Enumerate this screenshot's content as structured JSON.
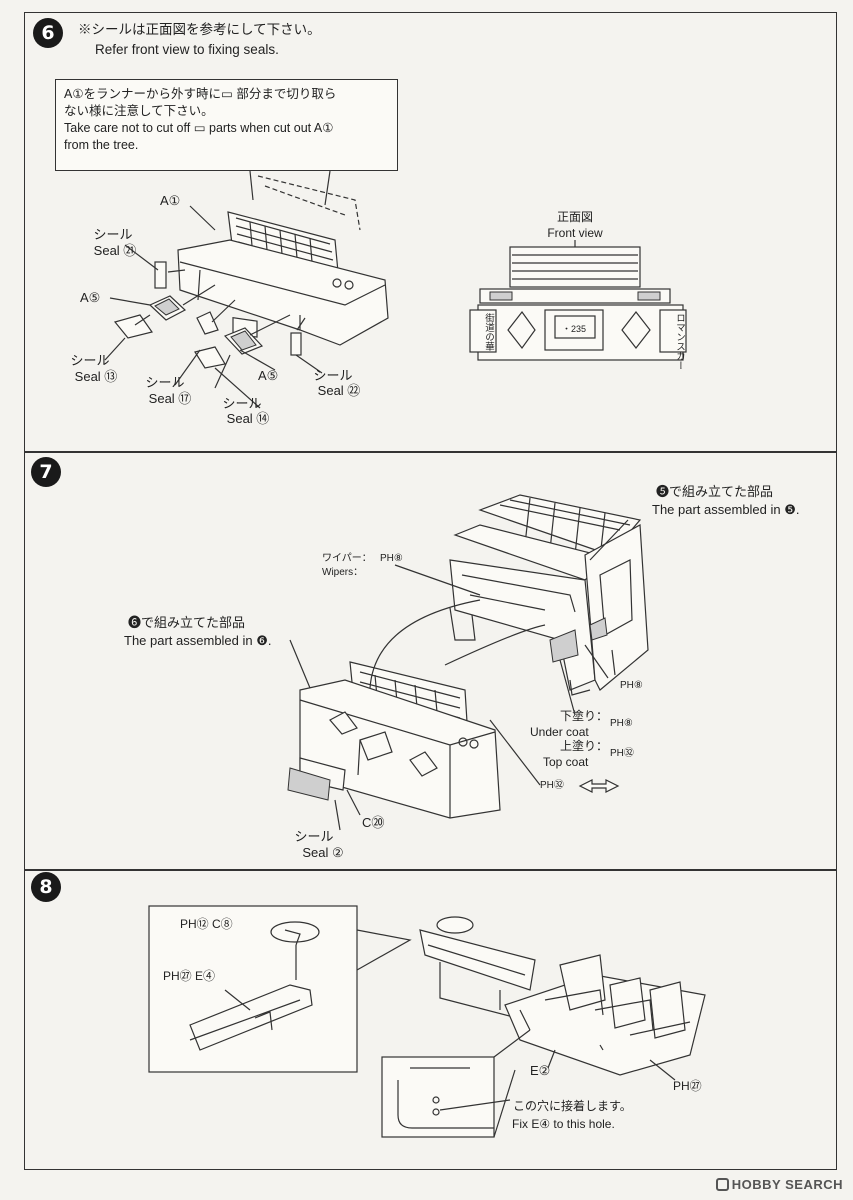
{
  "step6": {
    "number": "6",
    "instruction_jp": "※シールは正面図を参考にして下さい。",
    "instruction_en": "Refer front view to fixing seals.",
    "note": {
      "line1": "A①をランナーから外す時に▭ 部分まで切り取ら",
      "line2": "ない様に注意して下さい。",
      "line3": "Take care not to cut off ▭ parts when cut out A①",
      "line4": "from the tree."
    },
    "front_view_jp": "正面図",
    "front_view_en": "Front view",
    "plate_text": "・235",
    "panel_left_text": "街道の華",
    "panel_right_text": "ロマンスカー",
    "labels": {
      "a1": "A①",
      "seal21_jp": "シール",
      "seal21_en": "Seal ㉑",
      "a5_left": "A⑤",
      "seal13_jp": "シール",
      "seal13_en": "Seal ⑬",
      "seal17_jp": "シール",
      "seal17_en": "Seal ⑰",
      "seal14_jp": "シール",
      "seal14_en": "Seal ⑭",
      "a5_right": "A⑤",
      "seal22_jp": "シール",
      "seal22_en": "Seal ㉒"
    }
  },
  "step7": {
    "number": "7",
    "part5_jp": "❺で組み立てた部品",
    "part5_en": "The part assembled in ❺.",
    "part6_jp": "❻で組み立てた部品",
    "part6_en": "The part assembled in ❻.",
    "wiper_jp": "ワイパー：",
    "wiper_en": "Wipers：",
    "wiper_code": "PH⑧",
    "cab_code": "PH⑧",
    "undercoat_jp": "下塗り：",
    "undercoat_en": "Under coat",
    "undercoat_code": "PH⑧",
    "topcoat_jp": "上塗り：",
    "topcoat_en": "Top coat",
    "topcoat_code": "PH㉜",
    "grille_code": "PH㉜",
    "c20": "C⑳",
    "seal2_jp": "シール",
    "seal2_en": "Seal ②"
  },
  "step8": {
    "number": "8",
    "ph12c8": "PH⑫ C⑧",
    "ph27e4": "PH㉗ E④",
    "e2": "E②",
    "ph27": "PH㉗",
    "hole_jp": "この穴に接着します。",
    "hole_en": "Fix E④ to this hole."
  },
  "watermark": "HOBBY SEARCH"
}
